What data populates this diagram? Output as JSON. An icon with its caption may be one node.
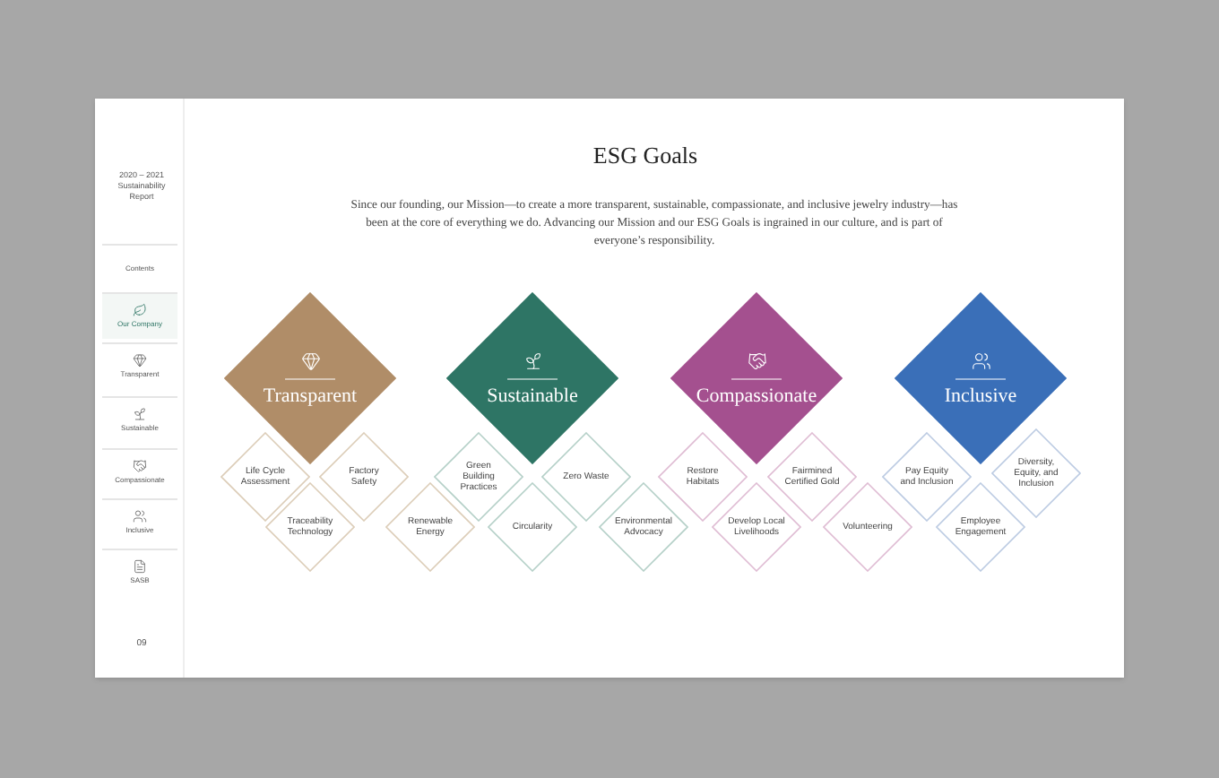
{
  "diagram": {
    "title": "ESG Goals",
    "nodes": [
      {
        "text": [
          "Transparent"
        ]
      },
      {
        "text": [
          "Life Cycle Assessment"
        ]
      },
      {
        "text": [
          "Factory Safety"
        ]
      },
      {
        "text": [
          "Traceability Technology"
        ]
      },
      {
        "text": [
          "Renewable Energy"
        ]
      },
      {
        "text": [
          "Sustainable"
        ]
      },
      {
        "text": [
          "Green Building Practices"
        ]
      },
      {
        "text": [
          "Zero Waste"
        ]
      },
      {
        "text": [
          "Circularity"
        ]
      },
      {
        "text": [
          "Environmental Advocacy"
        ]
      },
      {
        "text": [
          "Compassionate"
        ]
      },
      {
        "text": [
          "Restore Habitats"
        ]
      },
      {
        "text": [
          "Fairmined Certified Gold"
        ]
      },
      {
        "text": [
          "Develop Local Livelihoods"
        ]
      },
      {
        "text": [
          "Volunteering"
        ]
      },
      {
        "text": [
          "Inclusive"
        ]
      },
      {
        "text": [
          "Pay Equity and Inclusion"
        ]
      },
      {
        "text": [
          "Diversity, Equity, and Inclusion"
        ]
      },
      {
        "text": [
          "Employee Engagement"
        ]
      }
    ],
    "labels": [
      "2020 – 2021 Sustainability Report",
      "Contents",
      "Our Company",
      "Transparent",
      "Sustainable",
      "Compassionate",
      "Inclusive",
      "SASB",
      "09",
      "Since our founding, our Mission—to create a more transparent, sustainable, compassionate, and inclusive jewelry industry—has been at the core of everything we do. Advancing our Mission and our ESG Goals is ingrained in our culture, and is part of everyone’s responsibility."
    ]
  }
}
